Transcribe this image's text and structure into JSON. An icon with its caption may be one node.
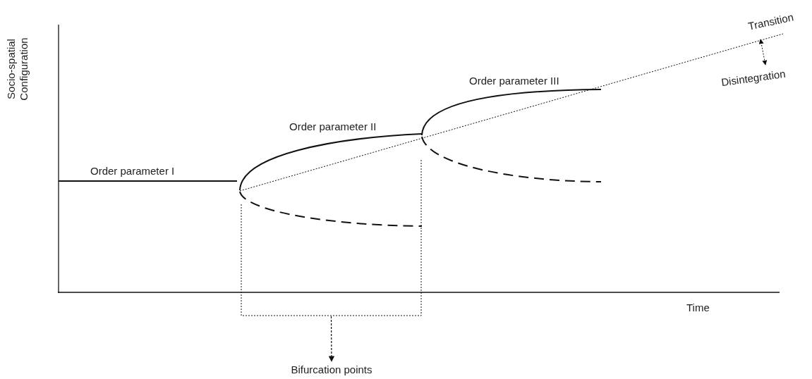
{
  "diagram": {
    "nodes": [
      {
        "text": [],
        "shape": "bracket"
      },
      {
        "text": [
          "Bifurcation points"
        ]
      }
    ],
    "edges": [
      {
        "from": 0,
        "to": 1,
        "arrow": "to",
        "style": "dashed"
      }
    ],
    "labels": [
      "Transition",
      "Socio-spatial Configuration",
      "Order parameter III",
      "Disintegration",
      "Order parameter II",
      "Order parameter I",
      "Time"
    ]
  }
}
